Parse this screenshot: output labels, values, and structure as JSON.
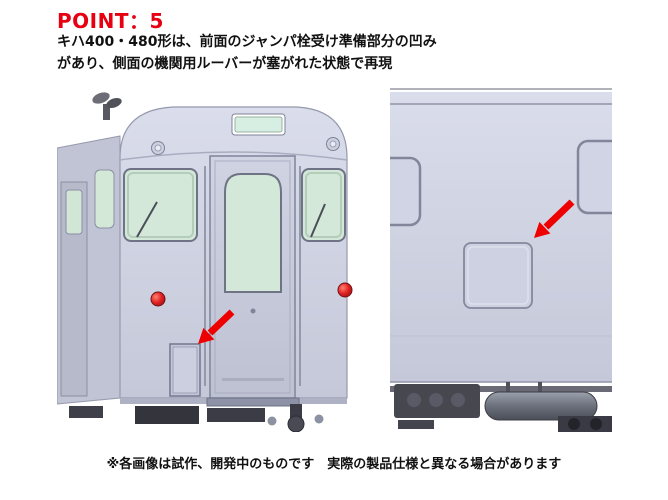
{
  "header": {
    "title": "POINT：5",
    "description_line1": "キハ400・480形は、前面のジャンパ栓受け準備部分の凹み",
    "description_line2": "があり、側面の機関用ルーバーが塞がれた状態で再現"
  },
  "footer": {
    "note": "※各画像は試作、開発中のものです　実際の製品仕様と異なる場合があります"
  },
  "colors": {
    "title_red": "#e60012",
    "arrow_red": "#ee0000",
    "train_body_lavender": "#ccd0e0",
    "glass_green": "#d3e8d8",
    "destination_sign_green": "#d7efe2",
    "marker_light_red": "#e02020",
    "underframe_dark_gray": "#3c3c46"
  }
}
